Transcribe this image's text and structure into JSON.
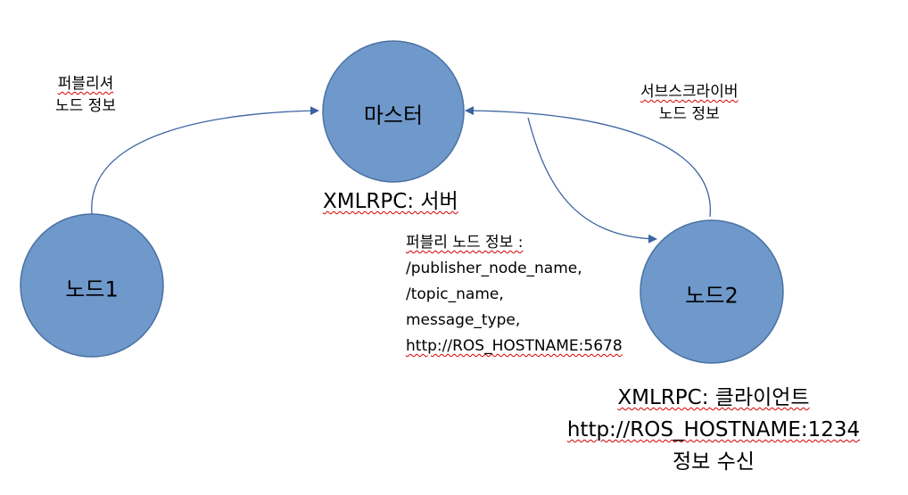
{
  "colors": {
    "node_fill": "#6f98cb",
    "node_stroke": "#4a72a3",
    "edge": "#3b63a0"
  },
  "nodes": {
    "master": "마스터",
    "node1": "노드1",
    "node2": "노드2"
  },
  "labels": {
    "publisher_info": [
      "퍼블리셔",
      "노드 정보"
    ],
    "subscriber_info": [
      "서브스크라이버",
      "노드 정보"
    ],
    "master_role": "XMLRPC: 서버",
    "publish_details": [
      "퍼블리 노드 정보 :",
      "/publisher_node_name,",
      "/topic_name,",
      "message_type,",
      "http://ROS_HOSTNAME:5678"
    ],
    "client_info": [
      "XMLRPC: 클라이언트",
      "http://ROS_HOSTNAME:1234",
      "정보 수신"
    ]
  }
}
